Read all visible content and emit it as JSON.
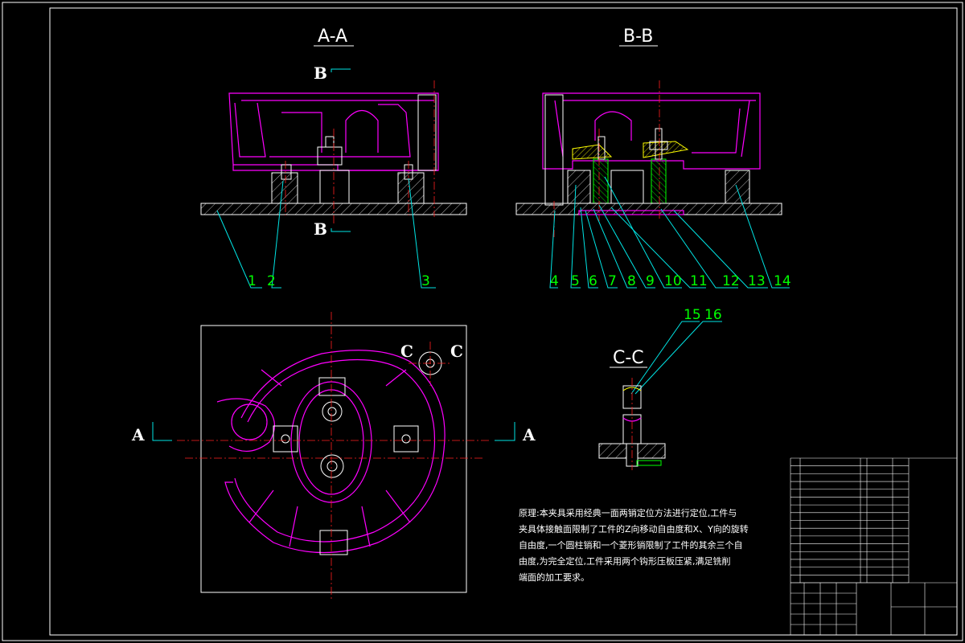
{
  "views": {
    "aa_title": "A-A",
    "bb_title": "B-B",
    "cc_title": "C-C",
    "cut_b_top": "B",
    "cut_b_bottom": "B",
    "cut_a_left": "A",
    "cut_a_right": "A",
    "cut_c_left": "C",
    "cut_c_right": "C"
  },
  "leaders": {
    "aa": [
      "1",
      "2",
      "3"
    ],
    "bb": [
      "4",
      "5",
      "6",
      "7",
      "8",
      "9",
      "10",
      "11",
      "12",
      "13",
      "14"
    ],
    "cc": [
      "15",
      "16"
    ]
  },
  "note": {
    "lines": [
      "原理:本夹具采用经典一面两销定位方法进行定位,工件与",
      "夹具体接触面限制了工件的Z向移动自由度和X、Y向的旋转",
      "自由度,一个圆柱销和一个菱形销限制了工件的其余三个自",
      "由度,为完全定位,工件采用两个钩形压板压紧,满足铣削",
      "端面的加工要求。"
    ]
  },
  "colors": {
    "background": "#000000",
    "workpiece": "#ff00ff",
    "centerline": "#ff2020",
    "leader": "#00e5e5",
    "label": "#00ff00",
    "part": "#ffffff"
  }
}
